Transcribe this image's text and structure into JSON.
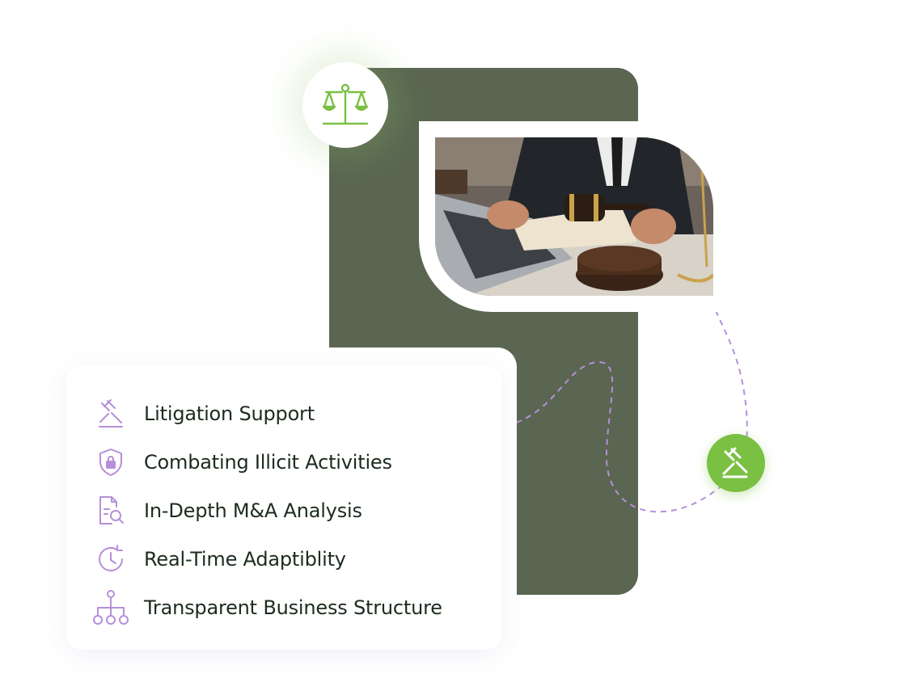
{
  "colors": {
    "accent_green": "#7ac043",
    "panel_green": "#5a6651",
    "icon_purple": "#b58fd9",
    "text_dark": "#1d2b1e"
  },
  "hero": {
    "top_badge_icon": "scales-of-justice-icon",
    "bottom_badge_icon": "gavel-icon",
    "photo_subject": "lawyer-with-gavel-photo"
  },
  "features": {
    "items": [
      {
        "icon": "gavel-icon",
        "label": "Litigation Support"
      },
      {
        "icon": "shield-lock-icon",
        "label": "Combating Illicit Activities"
      },
      {
        "icon": "document-search-icon",
        "label": "In-Depth M&A Analysis"
      },
      {
        "icon": "clock-refresh-icon",
        "label": "Real-Time Adaptiblity"
      },
      {
        "icon": "org-chart-icon",
        "label": "Transparent Business Structure"
      }
    ]
  }
}
